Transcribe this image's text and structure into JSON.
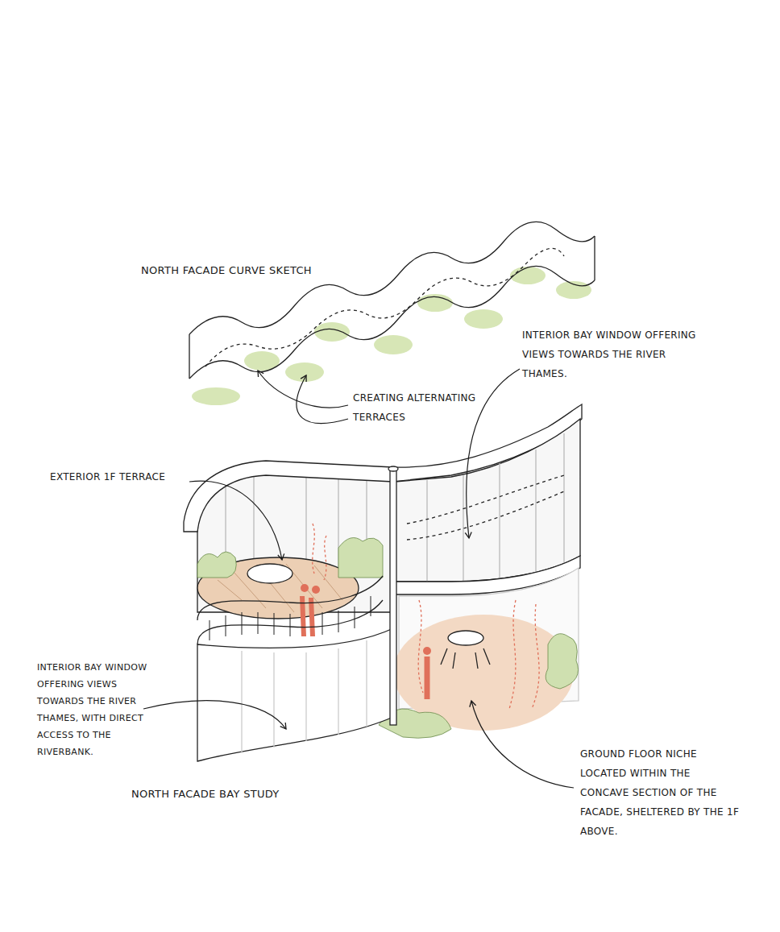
{
  "diagram": {
    "labels": [
      "NORTH FACADE CURVE SKETCH",
      "INTERIOR BAY WINDOW OFFERING VIEWS TOWARDS THE RIVER THAMES.",
      "CREATING ALTERNATING TERRACES",
      "EXTERIOR 1F TERRACE",
      "INTERIOR BAY WINDOW OFFERING VIEWS TOWARDS THE RIVER THAMES, WITH DIRECT ACCESS TO THE RIVERBANK.",
      "GROUND FLOOR NICHE LOCATED WITHIN THE CONCAVE SECTION OF THE FACADE, SHELTERED BY THE 1F ABOVE.",
      "NORTH FACADE BAY STUDY"
    ]
  }
}
